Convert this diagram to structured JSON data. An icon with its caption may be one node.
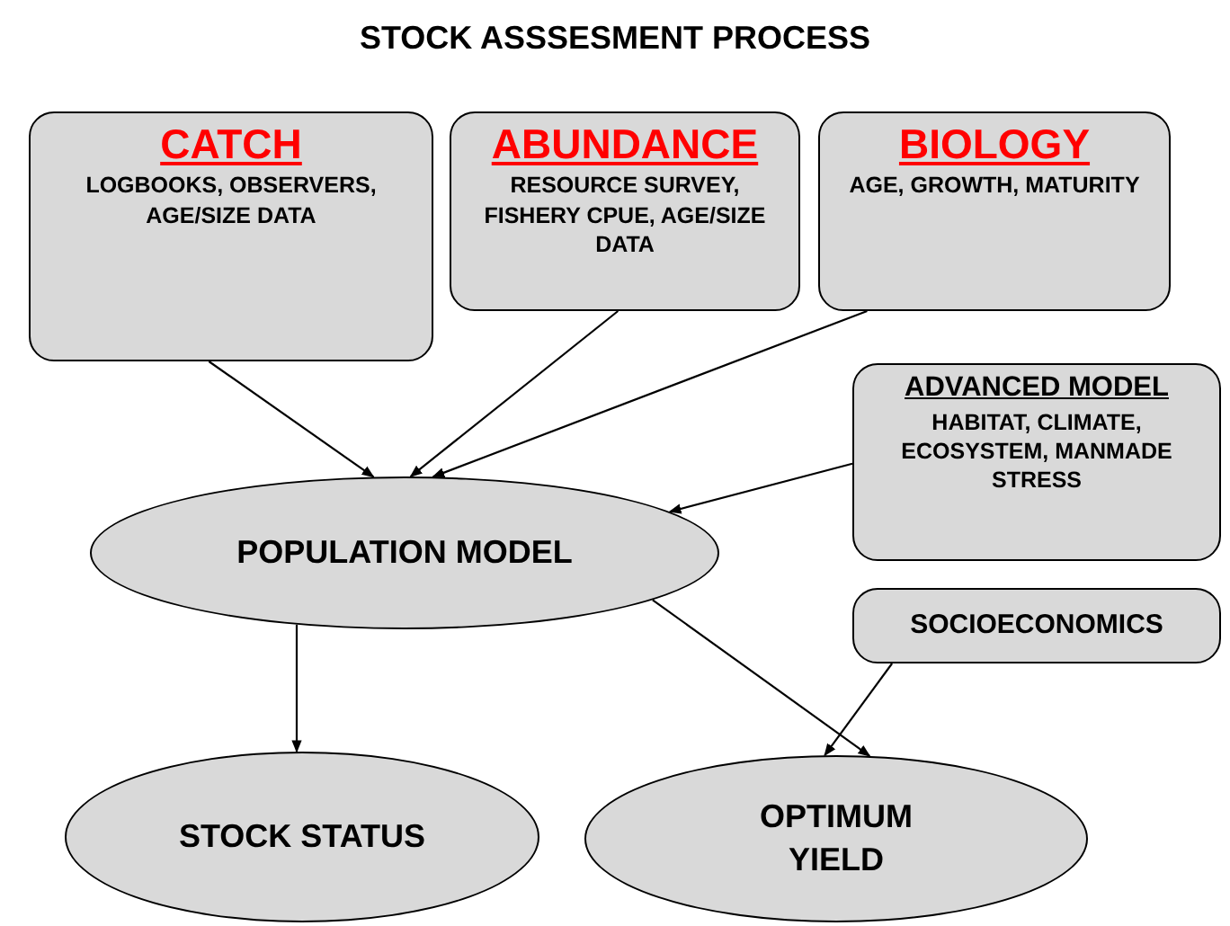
{
  "diagram": {
    "title": "STOCK ASSSESMENT PROCESS",
    "nodes": [
      {
        "text": [
          "CATCH",
          "LOGBOOKS, OBSERVERS, AGE/SIZE DATA"
        ]
      },
      {
        "text": [
          "ABUNDANCE",
          "RESOURCE SURVEY, FISHERY CPUE, AGE/SIZE DATA"
        ]
      },
      {
        "text": [
          "BIOLOGY",
          "AGE, GROWTH, MATURITY"
        ]
      },
      {
        "text": [
          "ADVANCED MODEL",
          "HABITAT, CLIMATE, ECOSYSTEM, MANMADE STRESS"
        ]
      },
      {
        "text": [
          "POPULATION MODEL"
        ]
      },
      {
        "text": [
          "SOCIOECONOMICS"
        ]
      },
      {
        "text": [
          "STOCK STATUS"
        ]
      },
      {
        "text": [
          "OPTIMUM YIELD"
        ]
      }
    ],
    "edges": [
      {
        "from": 0,
        "to": 4,
        "arrow": "to"
      },
      {
        "from": 1,
        "to": 4,
        "arrow": "to"
      },
      {
        "from": 2,
        "to": 4,
        "arrow": "to"
      },
      {
        "from": 3,
        "to": 4,
        "arrow": "to"
      },
      {
        "from": 4,
        "to": 6,
        "arrow": "to"
      },
      {
        "from": 4,
        "to": 7,
        "arrow": "to"
      },
      {
        "from": 5,
        "to": 7,
        "arrow": "to"
      }
    ]
  }
}
